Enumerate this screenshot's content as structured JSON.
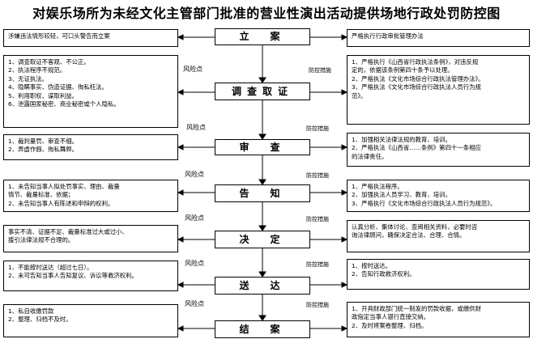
{
  "title": "对娱乐场所为未经文化主管部门批准的营业性演出活动提供场地行政处罚防控图",
  "risk_label": "风险点",
  "control_label": "防控措施",
  "stages": [
    {
      "name": "立　案",
      "risks": [
        "涉嫌违法情形较轻，可口头警告而立案"
      ],
      "controls": [
        "严格执行行政审批管理办法"
      ]
    },
    {
      "name": "调查取证",
      "risks": [
        "1、调查取证不客观、不公正。",
        "2、执法程序不规范。",
        "3、无证执法。",
        "4、隐瞒事实、伪造证据、徇私枉法。",
        "5、利用职权、谋取利益。",
        "6、泄露国家秘密、商业秘密或个人隐私。"
      ],
      "controls": [
        "1、严格执行《山西省行政执法条例》，对违反规",
        "定的，依据该条例第四十条予以处理。",
        "2、严格执法《文化市场综合行政执法管理办法》。",
        "3、严格执法《文化市场综合行政执法人员行为规",
        "范》。"
      ]
    },
    {
      "name": "审　查",
      "risks": [
        "1、裁判量罚、审查不细。",
        "2、弄虚作假、徇私舞弊。"
      ],
      "controls": [
        "1、加强相关法律法规的教育、培训。",
        "2、严格执法《山西省……条例》第四十一条相应",
        "的法律责任。"
      ]
    },
    {
      "name": "告　知",
      "risks": [
        "1、未告知当事人拟处罚事实、理由、裁量",
        "情节、裁量标准、依据；",
        "2、未告知当事人有陈述和申辩的权利。"
      ],
      "controls": [
        "1、严格执法程序。",
        "2、加强执法人员学习、教育、培训。",
        "3、严格执行《文化市场综合行政执法人员行为规范》。"
      ]
    },
    {
      "name": "决　定",
      "risks": [
        "事实不清、证据不足、裁量标准过大或过小、",
        "援引法律法规不合理的。"
      ],
      "controls": [
        "认真分析、集体讨论、查阅相关资料，必要时咨",
        "询法律顾问，确保决定合法、合理、合情。"
      ]
    },
    {
      "name": "送　达",
      "risks": [
        "1、不能按时送达（超过七日）。",
        "2、未可告知当事人告知复议、诉讼等救济权利。"
      ],
      "controls": [
        "1、按时送达。",
        "2、告知行政救济权利。"
      ]
    },
    {
      "name": "结　案",
      "risks": [
        "1、私自收缴罚款",
        "2、整理、归档不及时。"
      ],
      "controls": [
        "1、开具财政部门统一制发的罚款收据，或缴供财",
        "政指定当事人银行直接交纳。",
        "2、及时将案卷整理、归档。"
      ]
    }
  ]
}
